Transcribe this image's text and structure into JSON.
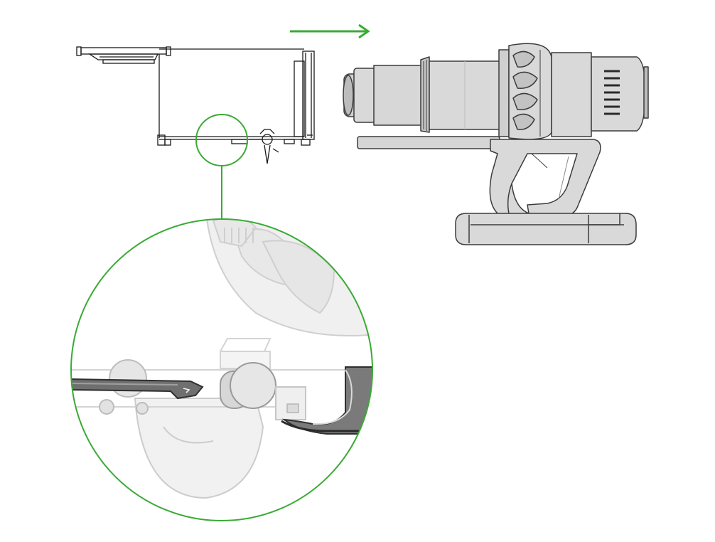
{
  "figure": {
    "kind": "instruction-illustration",
    "caption": ""
  },
  "colors": {
    "background": "#ffffff",
    "accent_green": "#3aaa35",
    "body_grey": "#d9d9d9",
    "body_grey_dark": "#a9a9a9",
    "outline": "#3c3c3c",
    "line_art": "#1a1a1a",
    "ghost_fill": "#eeeeee",
    "ghost_stroke": "#cfcfcf"
  },
  "icons": {
    "direction": "arrow-right-icon",
    "zoom": "magnifier-callout-icon"
  },
  "parts": {
    "bin": "clear-bin",
    "machine": "main-body",
    "focus": "bin-release-catch"
  }
}
